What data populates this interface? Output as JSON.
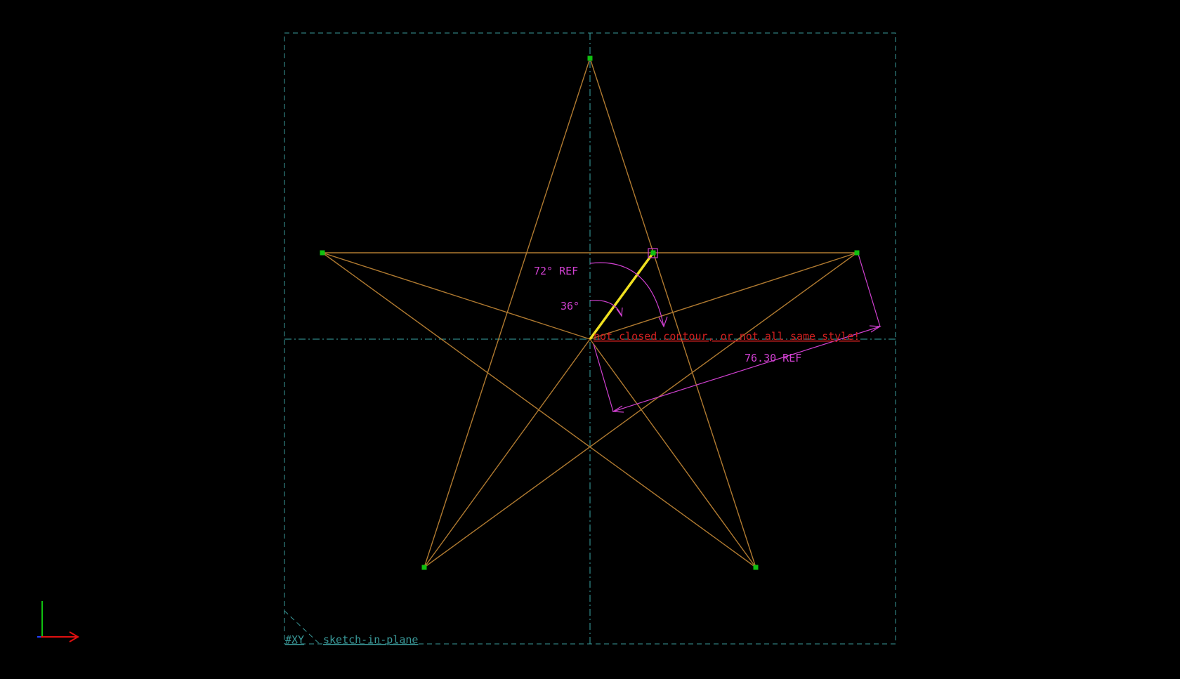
{
  "workplane": {
    "name_label": "#XY",
    "kind_label": "sketch-in-plane"
  },
  "dimensions": {
    "angle_outer_label": "72° REF",
    "angle_inner_label": "36°",
    "length_label": "76.30 REF"
  },
  "warning": {
    "text": "not closed contour, or not all same style!"
  },
  "colors": {
    "background": "#000000",
    "workplane": "#3a9a9a",
    "construction": "#3aa7a7",
    "line": "#b07a30",
    "selected_line": "#f0e020",
    "point": "#10c010",
    "dimension": "#d040d0",
    "warning": "#d02020",
    "axis_x": "#e01010",
    "axis_y": "#10c010"
  }
}
